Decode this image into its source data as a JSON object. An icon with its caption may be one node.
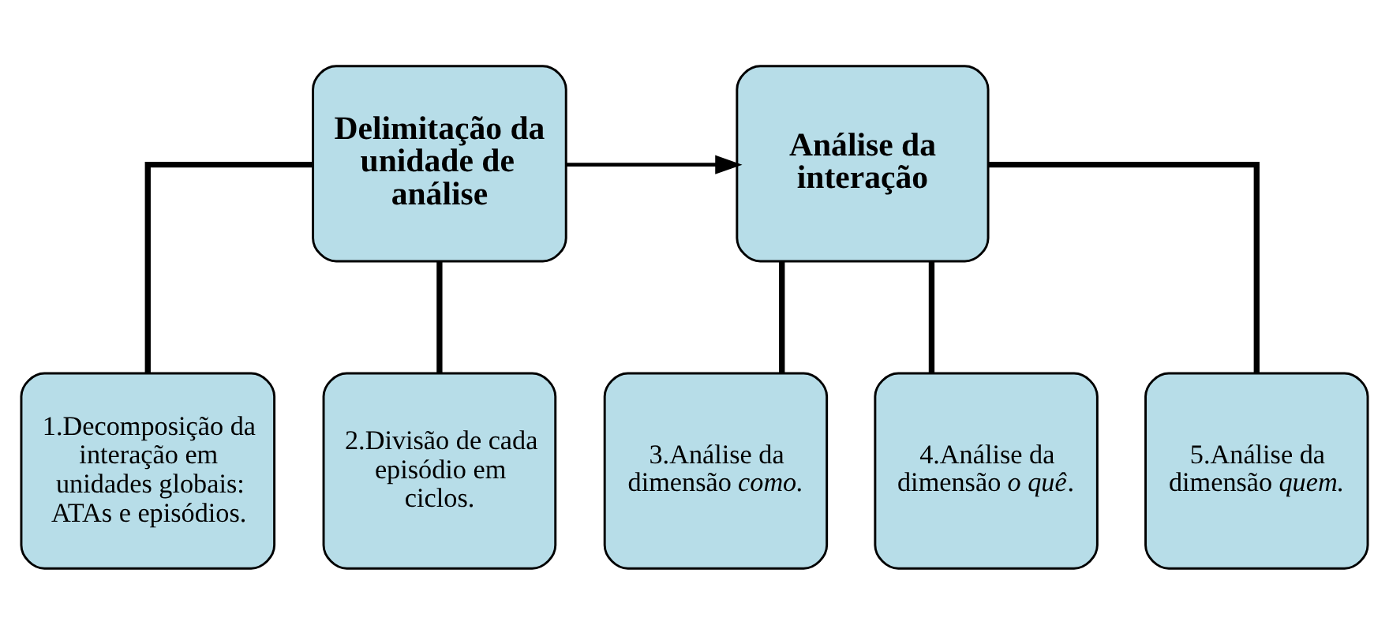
{
  "diagram": {
    "nodes": [
      {
        "text": [
          "Delimitação da unidade de análise"
        ]
      },
      {
        "text": [
          "Análise da interação"
        ]
      },
      {
        "text": [
          "1.Decomposição da interação em unidades globais: ATAs e episódios."
        ]
      },
      {
        "text": [
          "2.Divisão de cada episódio em ciclos."
        ]
      },
      {
        "text": [
          "3.Análise da dimensão *como*."
        ]
      },
      {
        "text": [
          "4.Análise da dimensão *o quê*."
        ]
      },
      {
        "text": [
          "5.Análise da dimensão *quem*."
        ]
      }
    ],
    "edges": [
      {
        "from": 0,
        "to": 1,
        "arrow": "to"
      },
      {
        "from": 0,
        "to": 2,
        "arrow": "none"
      },
      {
        "from": 0,
        "to": 3,
        "arrow": "none"
      },
      {
        "from": 1,
        "to": 4,
        "arrow": "none"
      },
      {
        "from": 1,
        "to": 5,
        "arrow": "none"
      },
      {
        "from": 1,
        "to": 6,
        "arrow": "none"
      }
    ]
  }
}
